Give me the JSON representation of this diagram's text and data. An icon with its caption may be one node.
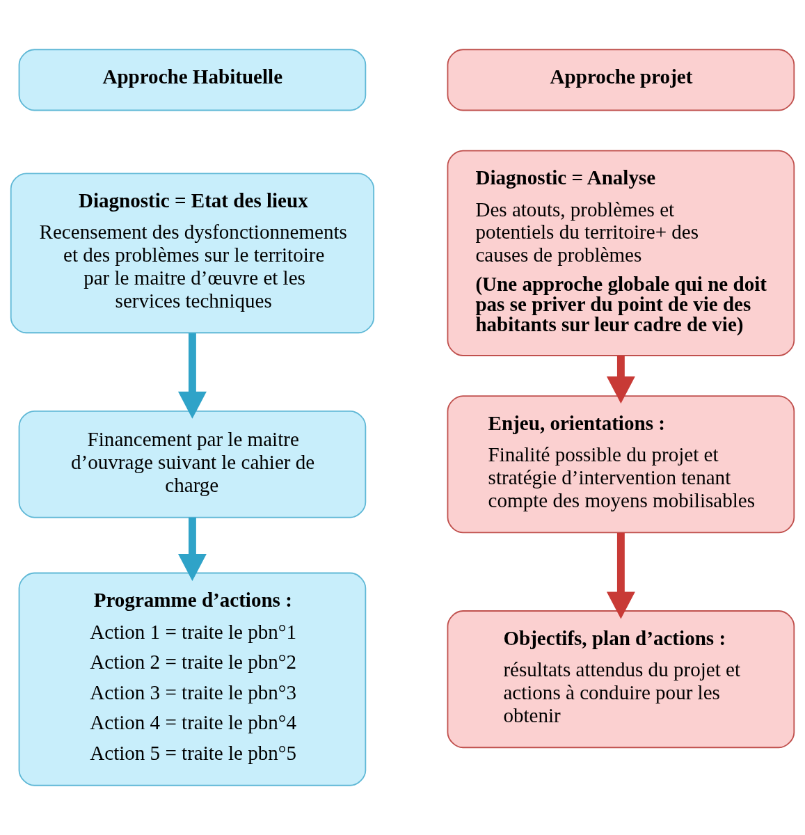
{
  "diagram": {
    "nodes": [
      {
        "text": [
          "Approche Habituelle"
        ]
      },
      {
        "text": [
          "Diagnostic = Etat des lieux",
          "Recensement des dysfonctionnements et des problèmes sur le territoire par le maitre d’œuvre et les services techniques"
        ]
      },
      {
        "text": [
          "Financement par le maitre d’ouvrage suivant le cahier de charge"
        ]
      },
      {
        "text": [
          "Programme d’actions :",
          "Action 1 = traite le pbn°1",
          "Action 2 = traite le pbn°2",
          "Action 3 = traite le pbn°3",
          "Action 4 = traite le pbn°4",
          "Action 5 = traite le pbn°5"
        ]
      },
      {
        "text": [
          "Approche projet"
        ]
      },
      {
        "text": [
          "Diagnostic = Analyse",
          "Des atouts, problèmes et potentiels du territoire+ des causes de problèmes",
          "(Une approche globale qui ne doit pas se priver du point de vie des habitants sur leur cadre de vie)"
        ]
      },
      {
        "text": [
          "Enjeu, orientations :",
          "Finalité possible du projet et stratégie d’intervention tenant compte des moyens mobilisables"
        ]
      },
      {
        "text": [
          "Objectifs, plan d’actions :",
          "résultats attendus du projet et actions à conduire pour les obtenir"
        ]
      }
    ],
    "edges": [
      {
        "from": 1,
        "to": 2,
        "arrow": "to",
        "color": "#2fa3c8"
      },
      {
        "from": 2,
        "to": 3,
        "arrow": "to",
        "color": "#2fa3c8"
      },
      {
        "from": 5,
        "to": 6,
        "arrow": "to",
        "color": "#c83a36"
      },
      {
        "from": 6,
        "to": 7,
        "arrow": "to",
        "color": "#c83a36"
      }
    ]
  }
}
